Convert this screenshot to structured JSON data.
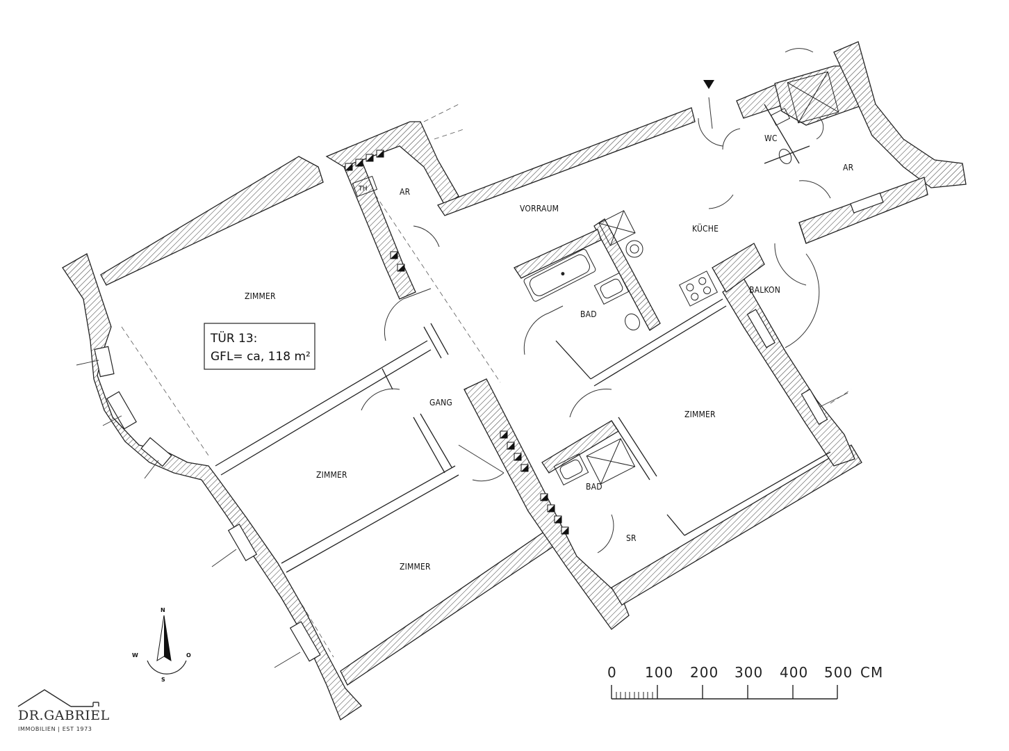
{
  "rooms": {
    "zimmer_large": "ZIMMER",
    "zimmer_middle": "ZIMMER",
    "zimmer_lower": "ZIMMER",
    "zimmer_right": "ZIMMER",
    "gang": "GANG",
    "vorraum": "VORRAUM",
    "ar_left": "AR",
    "ar_right": "AR",
    "kueche": "KÜCHE",
    "bad_upper": "BAD",
    "bad_lower": "BAD",
    "balkon": "BALKON",
    "wc": "WC",
    "sr": "SR",
    "th": "TH"
  },
  "unit_info": {
    "line1": "TÜR 13:",
    "line2": "GFL= ca, 118 m²"
  },
  "scale_bar": {
    "labels": [
      "0",
      "100",
      "200",
      "300",
      "400",
      "500"
    ],
    "unit": "CM"
  },
  "compass": {
    "north": "N",
    "south": "S",
    "west": "W",
    "east": "O"
  },
  "brand": {
    "name": "DR.GABRIEL",
    "tagline": "IMMOBILIEN | EST 1973"
  }
}
